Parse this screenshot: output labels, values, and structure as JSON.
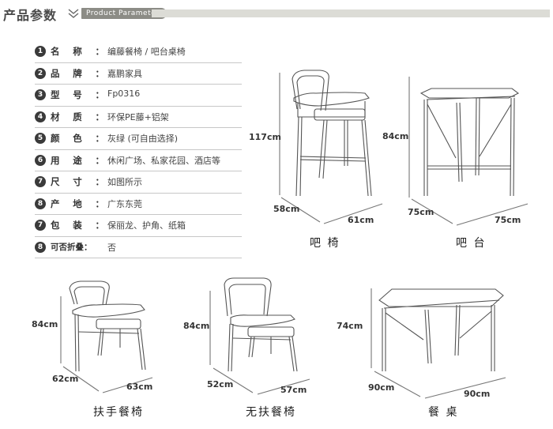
{
  "header": {
    "title": "产品参数",
    "tag": "Product Parameter"
  },
  "params": [
    {
      "num": "1",
      "label": "名称",
      "sep": "：",
      "value": "编藤餐椅 / 吧台桌椅"
    },
    {
      "num": "2",
      "label": "品牌",
      "sep": "：",
      "value": "嘉鹏家具"
    },
    {
      "num": "3",
      "label": "型号",
      "sep": "：",
      "value": "Fp0316"
    },
    {
      "num": "4",
      "label": "材质",
      "sep": "：",
      "value": "环保PE藤+铝架"
    },
    {
      "num": "5",
      "label": "颜色",
      "sep": "：",
      "value": "灰绿 (可自由选择)"
    },
    {
      "num": "6",
      "label": "用途",
      "sep": "：",
      "value": "休闲广场、私家花园、酒店等"
    },
    {
      "num": "7",
      "label": "尺寸",
      "sep": "：",
      "value": "如图所示"
    },
    {
      "num": "8",
      "label": "产地",
      "sep": "：",
      "value": "广东东莞"
    },
    {
      "num": "7",
      "label": "包装",
      "sep": "：",
      "value": "保丽龙、护角、纸箱"
    },
    {
      "num": "8",
      "label": "可否折叠",
      "sep": "：",
      "value": "否"
    }
  ],
  "products": {
    "bar_chair": {
      "name": "吧 椅",
      "height": "117cm",
      "depth": "58cm",
      "width": "61cm"
    },
    "bar_table": {
      "name": "吧 台",
      "height": "84cm",
      "depth": "75cm",
      "width": "75cm"
    },
    "arm_chair": {
      "name": "扶手餐椅",
      "height": "84cm",
      "depth": "62cm",
      "width": "63cm"
    },
    "side_chair": {
      "name": "无扶餐椅",
      "height": "84cm",
      "depth": "52cm",
      "width": "57cm"
    },
    "dining_table": {
      "name": "餐 桌",
      "height": "74cm",
      "depth": "90cm",
      "width": "90cm"
    }
  }
}
